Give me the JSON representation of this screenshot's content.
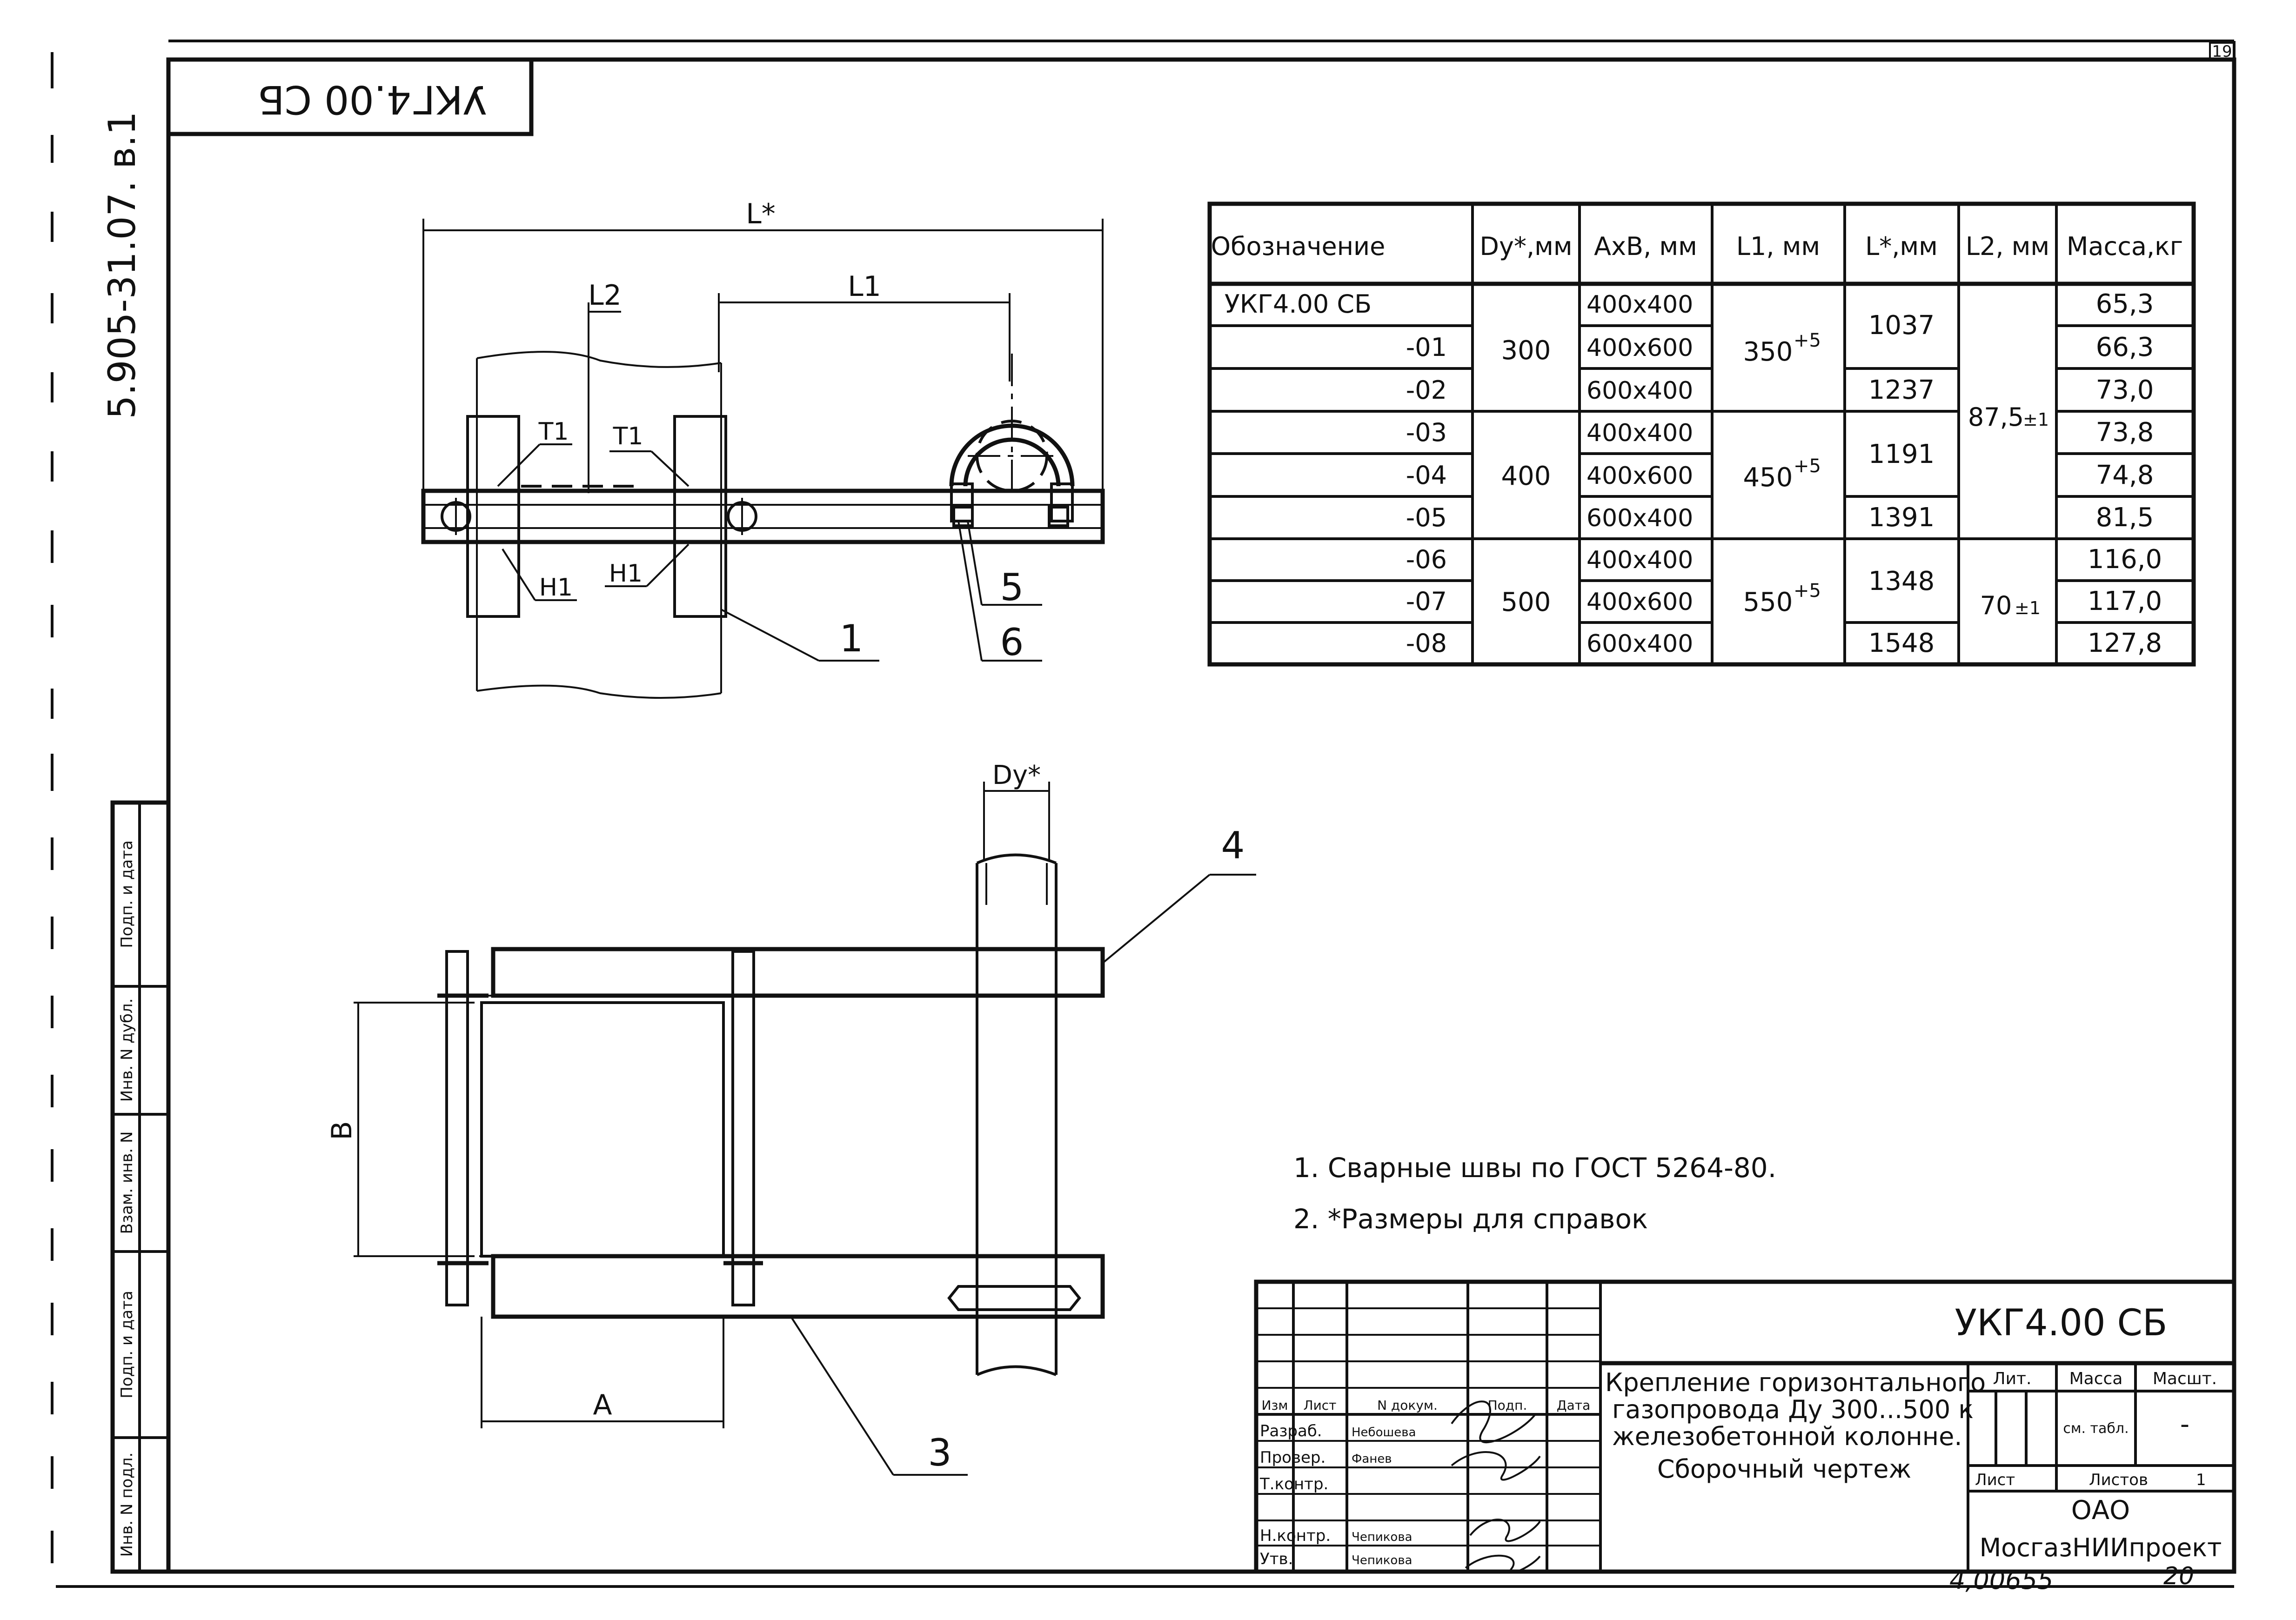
{
  "sheet": {
    "page_number": "19",
    "code_rotated": "УКГ4.00 СБ",
    "vertical_code": "5.905-31.07. в.1",
    "side_stamp": [
      "Инв. N подл.",
      "Подп. и дата",
      "Взам. инв. N",
      "Инв. N дубл.",
      "Подп. и дата"
    ]
  },
  "drawing": {
    "dim_L": "L*",
    "dim_L1": "L1",
    "dim_L2": "L2",
    "label_T1a": "T1",
    "label_T1b": "T1",
    "label_H1a": "H1",
    "label_H1b": "H1",
    "dim_Dy": "Dy*",
    "dim_A": "A",
    "dim_B": "B",
    "parts": [
      "1",
      "3",
      "4",
      "5",
      "6"
    ]
  },
  "table": {
    "headers": [
      "Обозначение",
      "Dy*,мм",
      "AxB, мм",
      "L1, мм",
      "L*,мм",
      "L2, мм",
      "Масса,кг"
    ],
    "designations": [
      "УКГ4.00 СБ",
      "-01",
      "-02",
      "-03",
      "-04",
      "-05",
      "-06",
      "-07",
      "-08"
    ],
    "dy": [
      "300",
      "400",
      "500"
    ],
    "axb": [
      "400x400",
      "400x600",
      "600x400",
      "400x400",
      "400x600",
      "600x400",
      "400x400",
      "400x600",
      "600x400"
    ],
    "l1": [
      "350",
      "450",
      "550"
    ],
    "l1_tol": "+5",
    "lstar": [
      "1037",
      "1237",
      "1191",
      "1391",
      "1348",
      "1548"
    ],
    "l2": [
      "87,5",
      "70"
    ],
    "l2_tol": "±1",
    "mass": [
      "65,3",
      "66,3",
      "73,0",
      "73,8",
      "74,8",
      "81,5",
      "116,0",
      "117,0",
      "127,8"
    ]
  },
  "notes": [
    "1. Сварные швы по ГОСТ 5264-80.",
    "2. *Размеры для справок"
  ],
  "title_block": {
    "code": "УКГ4.00 СБ",
    "title_lines": [
      "Крепление горизонтального",
      "газопровода Ду 300...500 к",
      "железобетонной колонне.",
      "Сборочный чертеж"
    ],
    "col_headers": [
      "Изм",
      "Лист",
      "N докум.",
      "Подп.",
      "Дата"
    ],
    "roles": [
      "Разраб.",
      "Провер.",
      "Т.контр.",
      "Н.контр.",
      "Утв."
    ],
    "names": [
      "Небошева",
      "Фанев",
      "Чепикова",
      "Чепикова"
    ],
    "lit_label": "Лит.",
    "mass_label": "Масса",
    "scale_label": "Масшт.",
    "mass_value": "см. табл.",
    "scale_value": "-",
    "sheet_label": "Лист",
    "sheets_label": "Листов",
    "sheets_value": "1",
    "org_line1": "ОАО",
    "org_line2": "МосгазНИИпроект",
    "archive": "4,00655",
    "archive_right": "20"
  }
}
